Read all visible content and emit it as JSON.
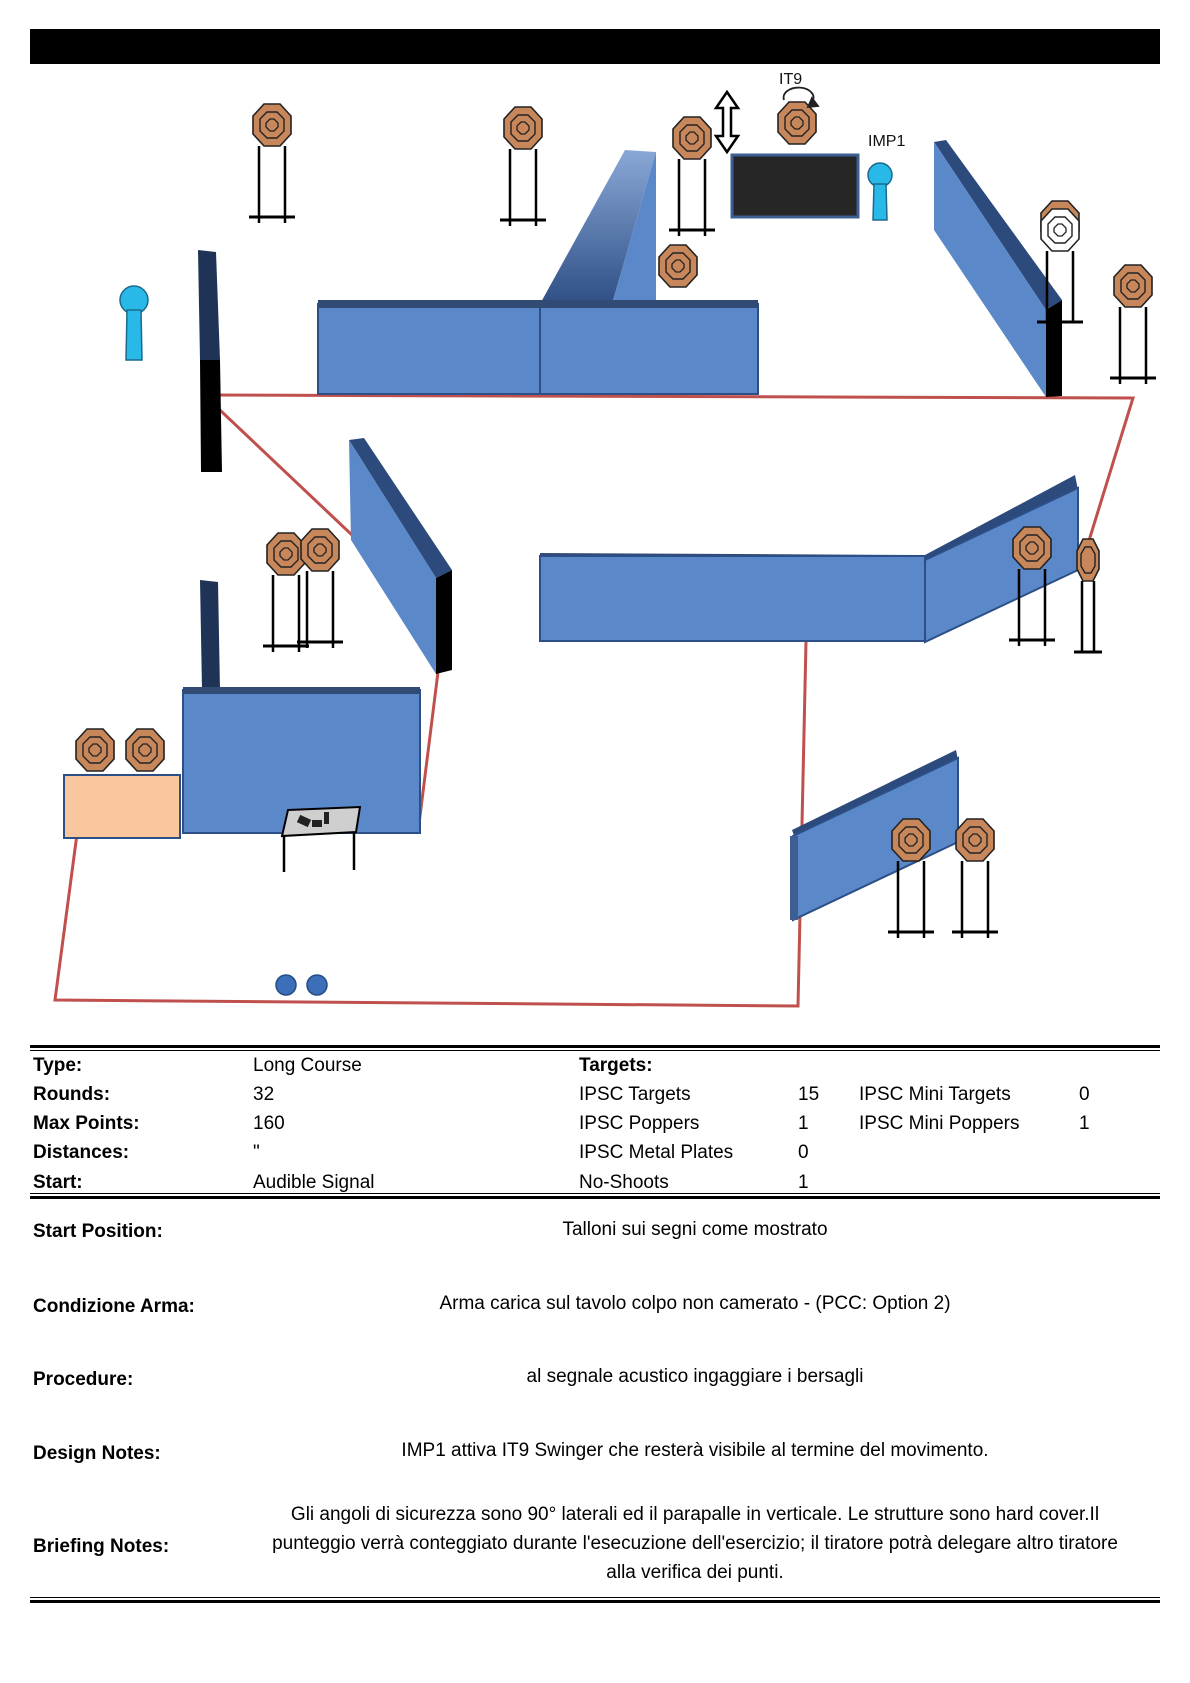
{
  "title": "",
  "diagram": {
    "labels": {
      "swinger": "IT9",
      "activator": "IMP1"
    }
  },
  "summary": {
    "rows": [
      {
        "label": "Type:",
        "value": "Long Course"
      },
      {
        "label": "Rounds:",
        "value": "32"
      },
      {
        "label": "Max Points:",
        "value": "160"
      },
      {
        "label": "Distances:",
        "value": "\""
      },
      {
        "label": "Start:",
        "value": "Audible Signal"
      }
    ],
    "targets_header": "Targets:",
    "targets": [
      {
        "name": "IPSC Targets",
        "count": "15"
      },
      {
        "name": "IPSC Poppers",
        "count": "1"
      },
      {
        "name": "IPSC Metal Plates",
        "count": "0"
      },
      {
        "name": "No-Shoots",
        "count": "1"
      }
    ],
    "mini_targets": [
      {
        "name": "IPSC Mini Targets",
        "count": "0"
      },
      {
        "name": "IPSC Mini Poppers",
        "count": "1"
      }
    ]
  },
  "notes": [
    {
      "label": "Start Position:",
      "text": "Talloni sui segni come  mostrato"
    },
    {
      "label": "Condizione Arma:",
      "text": "Arma carica sul tavolo colpo non camerato - (PCC: Option 2)"
    },
    {
      "label": "Procedure:",
      "text": "al segnale acustico ingaggiare i bersagli"
    },
    {
      "label": "Design Notes:",
      "text": "IMP1 attiva IT9 Swinger che resterà visibile al termine del movimento."
    },
    {
      "label": "Briefing Notes:",
      "text": "Gli angoli di sicurezza sono 90° laterali ed il parapalle in verticale. Le strutture sono hard cover.Il punteggio verrà conteggiato durante l'esecuzione dell'esercizio; il tiratore potrà delegare altro tiratore alla verifica  dei punti."
    }
  ]
}
